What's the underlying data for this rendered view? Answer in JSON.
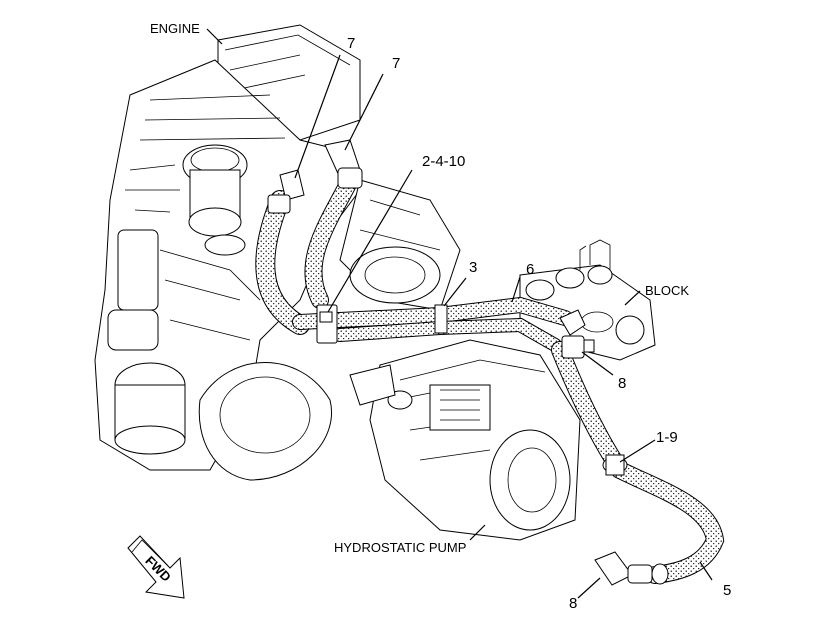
{
  "labels": {
    "engine": "ENGINE",
    "block": "BLOCK",
    "hydrostatic_pump": "HYDROSTATIC PUMP",
    "fwd": "FWD",
    "callout_7a": "7",
    "callout_7b": "7",
    "callout_2_4_10": "2-4-10",
    "callout_3": "3",
    "callout_6": "6",
    "callout_8a": "8",
    "callout_1_9": "1-9",
    "callout_5": "5",
    "callout_8b": "8"
  },
  "icons": {
    "direction_arrow": "fwd-arrow-icon"
  }
}
